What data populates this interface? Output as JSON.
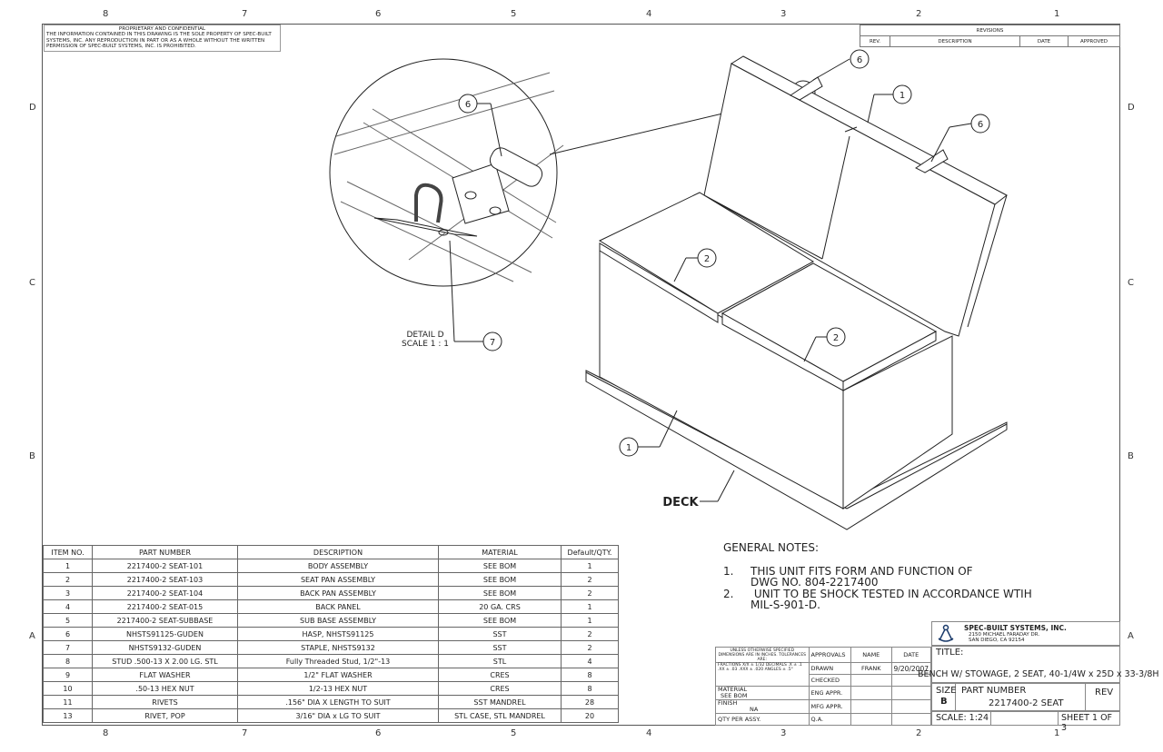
{
  "zones": {
    "columns": [
      "8",
      "7",
      "6",
      "5",
      "4",
      "3",
      "2",
      "1"
    ],
    "rows": [
      "D",
      "C",
      "B",
      "A"
    ]
  },
  "proprietary": {
    "heading": "PROPRIETARY AND CONFIDENTIAL",
    "body": "THE INFORMATION CONTAINED IN THIS DRAWING IS THE SOLE PROPERTY OF SPEC-BUILT SYSTEMS, INC.  ANY REPRODUCTION IN PART OR AS A WHOLE WITHOUT THE WRITTEN PERMISSION OF SPEC-BUILT SYSTEMS, INC. IS PROHIBITED."
  },
  "revisions": {
    "title": "REVISIONS",
    "headers": [
      "REV.",
      "DESCRIPTION",
      "DATE",
      "APPROVED"
    ]
  },
  "drawing": {
    "balloons": [
      "6",
      "1",
      "6",
      "2",
      "2",
      "1",
      "6",
      "7"
    ],
    "detail_label": "DETAIL D",
    "detail_scale": "SCALE 1 : 1",
    "deck_label": "DECK"
  },
  "notes": {
    "title": "GENERAL NOTES:",
    "items": [
      {
        "num": "1.",
        "lines": [
          "THIS UNIT FITS FORM AND FUNCTION  OF",
          "DWG NO.  804-2217400"
        ]
      },
      {
        "num": "2.",
        "lines": [
          " UNIT TO BE SHOCK TESTED IN ACCORDANCE WTIH",
          "MIL-S-901-D."
        ]
      }
    ]
  },
  "bom": {
    "headers": [
      "ITEM NO.",
      "PART NUMBER",
      "DESCRIPTION",
      "MATERIAL",
      "Default/QTY."
    ],
    "rows": [
      [
        "1",
        "2217400-2 SEAT-101",
        "BODY ASSEMBLY",
        "SEE BOM",
        "1"
      ],
      [
        "2",
        "2217400-2 SEAT-103",
        "SEAT PAN ASSEMBLY",
        "SEE BOM",
        "2"
      ],
      [
        "3",
        "2217400-2 SEAT-104",
        "BACK PAN ASSEMBLY",
        "SEE BOM",
        "2"
      ],
      [
        "4",
        "2217400-2 SEAT-015",
        "BACK PANEL",
        "20 GA. CRS",
        "1"
      ],
      [
        "5",
        "2217400-2 SEAT-SUBBASE",
        "SUB BASE ASSEMBLY",
        "SEE BOM",
        "1"
      ],
      [
        "6",
        "NHSTS91125-GUDEN",
        "HASP, NHSTS91125",
        "SST",
        "2"
      ],
      [
        "7",
        "NHSTS9132-GUDEN",
        "STAPLE, NHSTS9132",
        "SST",
        "2"
      ],
      [
        "8",
        "STUD .500-13 X 2.00 LG. STL",
        "Fully Threaded Stud, 1/2\"-13",
        "STL",
        "4"
      ],
      [
        "9",
        "FLAT WASHER",
        "1/2\" FLAT WASHER",
        "CRES",
        "8"
      ],
      [
        "10",
        ".50-13 HEX NUT",
        "1/2-13 HEX NUT",
        "CRES",
        "8"
      ],
      [
        "11",
        "RIVETS",
        ".156\" DIA X LENGTH TO SUIT",
        "SST MANDREL",
        "28"
      ],
      [
        "13",
        "RIVET, POP",
        "3/16\" DIA x LG TO SUIT",
        "STL CASE, STL MANDREL",
        "20"
      ]
    ]
  },
  "title_block": {
    "company": "SPEC-BUILT SYSTEMS, INC.",
    "address1": "2150 MICHAEL FARADAY DR.",
    "address2": "SAN DIEGO, CA 92154",
    "tolerance_note": "UNLESS OTHERWISE SPECIFIED DIMENSIONS ARE IN INCHES.  TOLERANCES ARE:",
    "fractions": "FRACTIONS X/X ± 1/32",
    "decimals": "DECIMALS .X ± .1  .XX ± .03  .XXX ± .020",
    "angles": "ANGLES ± .5°",
    "approvals_label": "APPROVALS",
    "name_label": "NAME",
    "date_label": "DATE",
    "drawn_label": "DRAWN",
    "drawn_name": "FRANK",
    "drawn_date": "9/20/2007",
    "checked_label": "CHECKED",
    "eng_label": "ENG APPR.",
    "mfg_label": "MFG APPR.",
    "qa_label": "Q.A.",
    "material_label": "MATERIAL",
    "material_value": "SEE BOM",
    "finish_label": "FINISH",
    "finish_value": "NA",
    "qty_label": "QTY PER ASSY.",
    "title_label": "TITLE:",
    "title_value": "BENCH W/ STOWAGE, 2 SEAT, 40-1/4W x 25D x 33-3/8H",
    "size_label": "SIZE",
    "size_value": "B",
    "part_label": "PART NUMBER",
    "part_value": "2217400-2 SEAT",
    "rev_label": "REV",
    "scale": "SCALE: 1:24",
    "sheet": "SHEET 1 OF 3"
  }
}
